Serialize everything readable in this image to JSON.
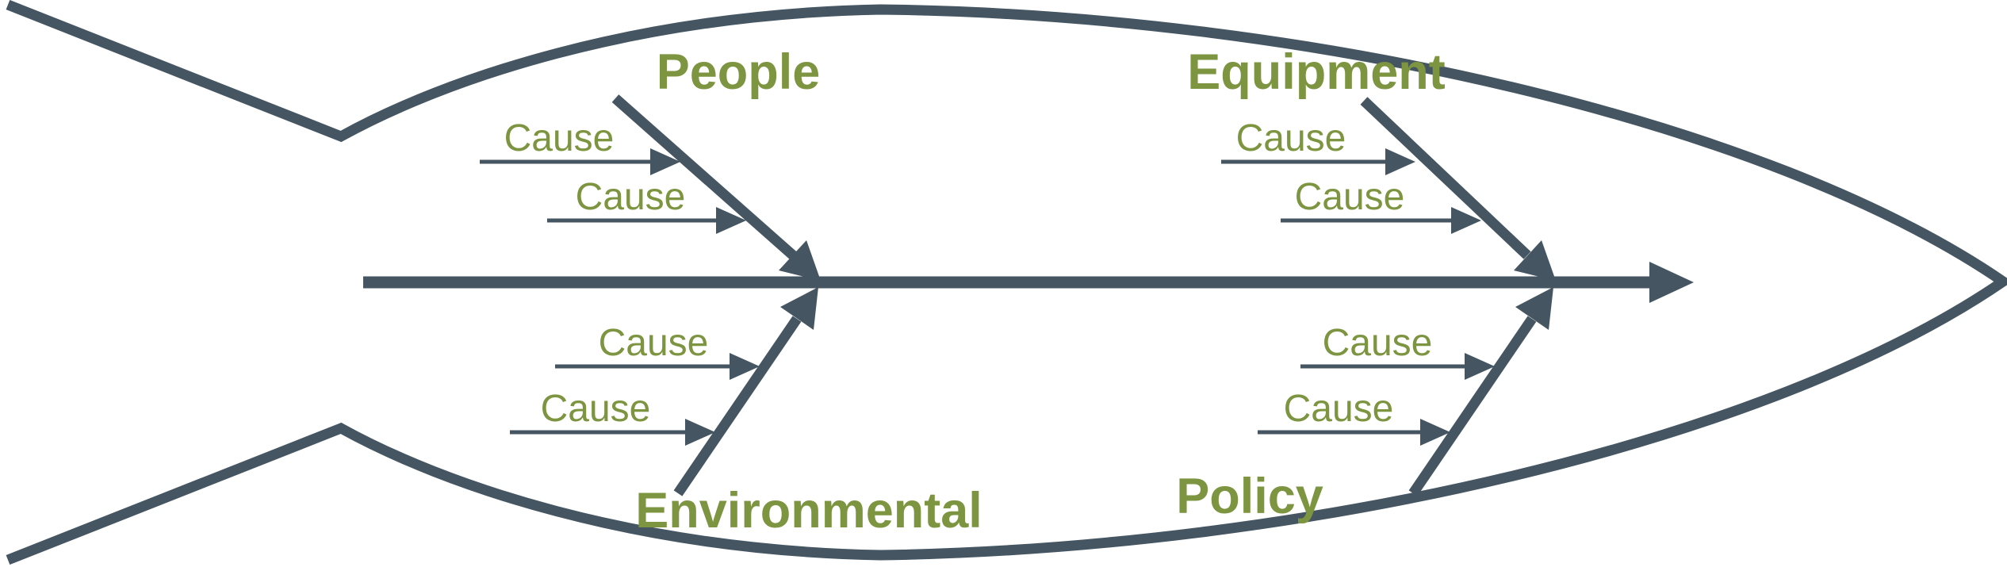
{
  "diagram": {
    "type": "fishbone-ishikawa",
    "colors": {
      "outline": "#455662",
      "labels": "#7D9440",
      "background": "#FFFFFF"
    },
    "categories": [
      {
        "label": "People",
        "position": "top-left",
        "causes": [
          "Cause",
          "Cause"
        ]
      },
      {
        "label": "Equipment",
        "position": "top-right",
        "causes": [
          "Cause",
          "Cause"
        ]
      },
      {
        "label": "Environmental",
        "position": "bottom-left",
        "causes": [
          "Cause",
          "Cause"
        ]
      },
      {
        "label": "Policy",
        "position": "bottom-right",
        "causes": [
          "Cause",
          "Cause"
        ]
      }
    ]
  }
}
